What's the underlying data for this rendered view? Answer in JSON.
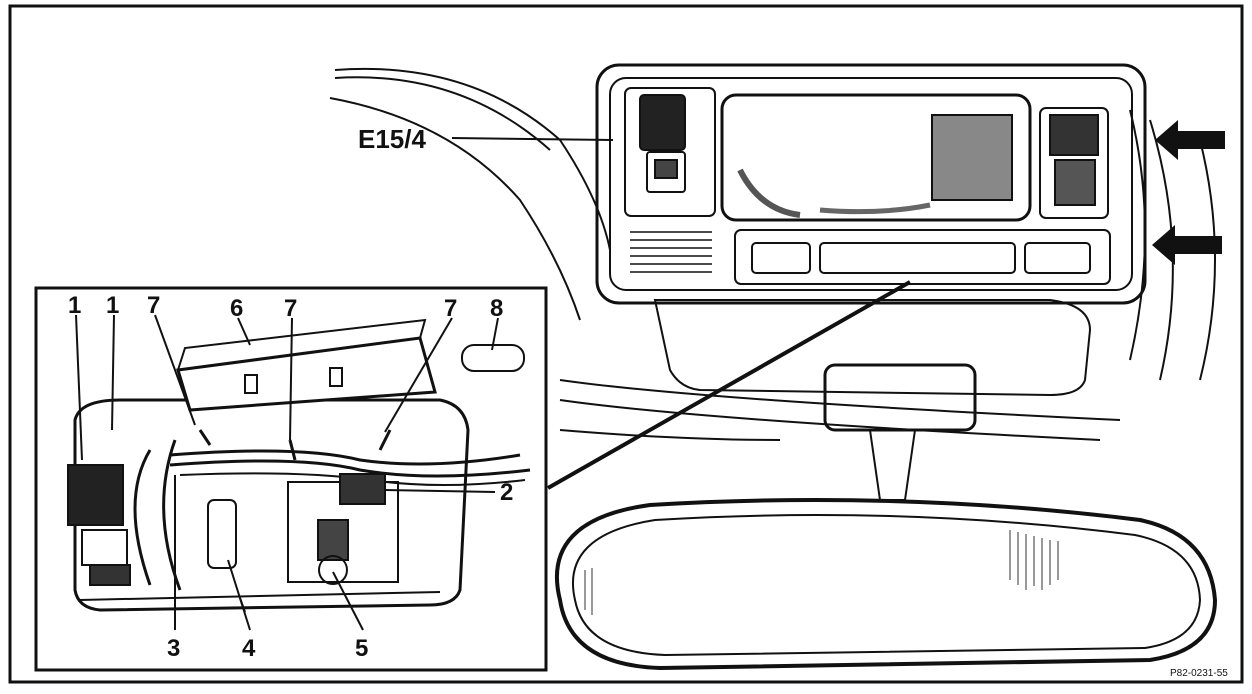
{
  "figure": {
    "main_label": "E15/4",
    "reference": "P82-0231-55"
  },
  "inset": {
    "callouts": [
      "1",
      "1",
      "7",
      "6",
      "7",
      "7",
      "8",
      "2",
      "3",
      "4",
      "5"
    ]
  },
  "arrows": {
    "count": 2,
    "direction": "left"
  }
}
